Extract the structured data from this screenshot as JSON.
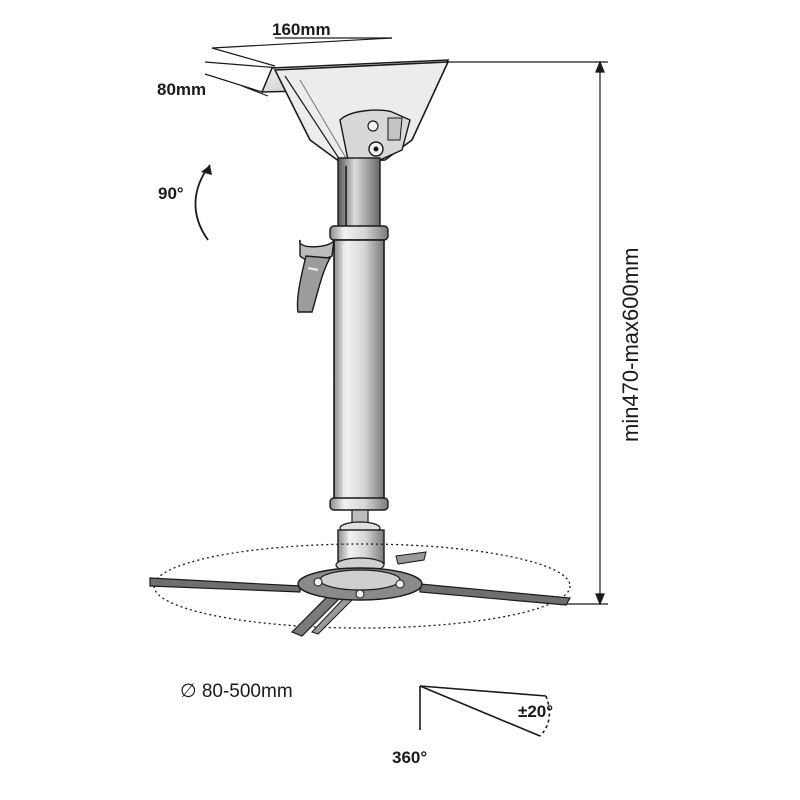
{
  "labels": {
    "plate_width": "160mm",
    "plate_depth": "80mm",
    "tilt_angle": "90°",
    "height_range": "min470-max600mm",
    "arm_diameter": "∅ 80-500mm",
    "tilt_range": "±20°",
    "rotation": "360°"
  },
  "colors": {
    "line": "#1a1a1a",
    "metal_light": "#e9e9e9",
    "metal_mid": "#bdbdbd",
    "metal_dark": "#6e6e6e"
  }
}
